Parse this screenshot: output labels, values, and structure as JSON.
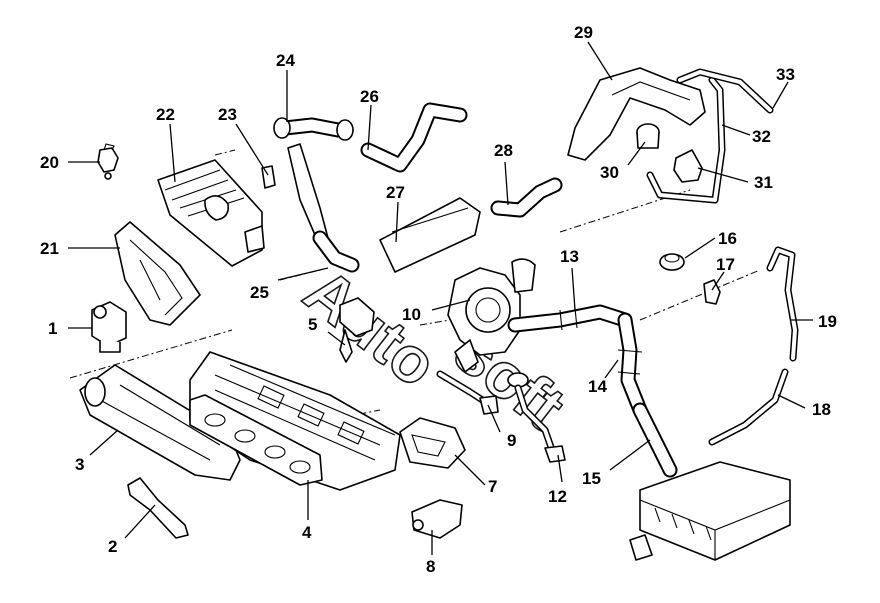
{
  "callouts": [
    {
      "id": "1",
      "label": "1"
    },
    {
      "id": "2",
      "label": "2"
    },
    {
      "id": "3",
      "label": "3"
    },
    {
      "id": "4",
      "label": "4"
    },
    {
      "id": "5",
      "label": "5"
    },
    {
      "id": "7",
      "label": "7"
    },
    {
      "id": "8",
      "label": "8"
    },
    {
      "id": "9",
      "label": "9"
    },
    {
      "id": "10",
      "label": "10"
    },
    {
      "id": "12",
      "label": "12"
    },
    {
      "id": "13",
      "label": "13"
    },
    {
      "id": "14",
      "label": "14"
    },
    {
      "id": "15",
      "label": "15"
    },
    {
      "id": "16",
      "label": "16"
    },
    {
      "id": "17",
      "label": "17"
    },
    {
      "id": "18",
      "label": "18"
    },
    {
      "id": "19",
      "label": "19"
    },
    {
      "id": "20",
      "label": "20"
    },
    {
      "id": "21",
      "label": "21"
    },
    {
      "id": "22",
      "label": "22"
    },
    {
      "id": "23",
      "label": "23"
    },
    {
      "id": "24",
      "label": "24"
    },
    {
      "id": "25",
      "label": "25"
    },
    {
      "id": "26",
      "label": "26"
    },
    {
      "id": "27",
      "label": "27"
    },
    {
      "id": "28",
      "label": "28"
    },
    {
      "id": "29",
      "label": "29"
    },
    {
      "id": "30",
      "label": "30"
    },
    {
      "id": "31",
      "label": "31"
    },
    {
      "id": "32",
      "label": "32"
    },
    {
      "id": "33",
      "label": "33"
    }
  ],
  "watermark": {
    "text_a": "Auto",
    "text_b": "soft"
  }
}
